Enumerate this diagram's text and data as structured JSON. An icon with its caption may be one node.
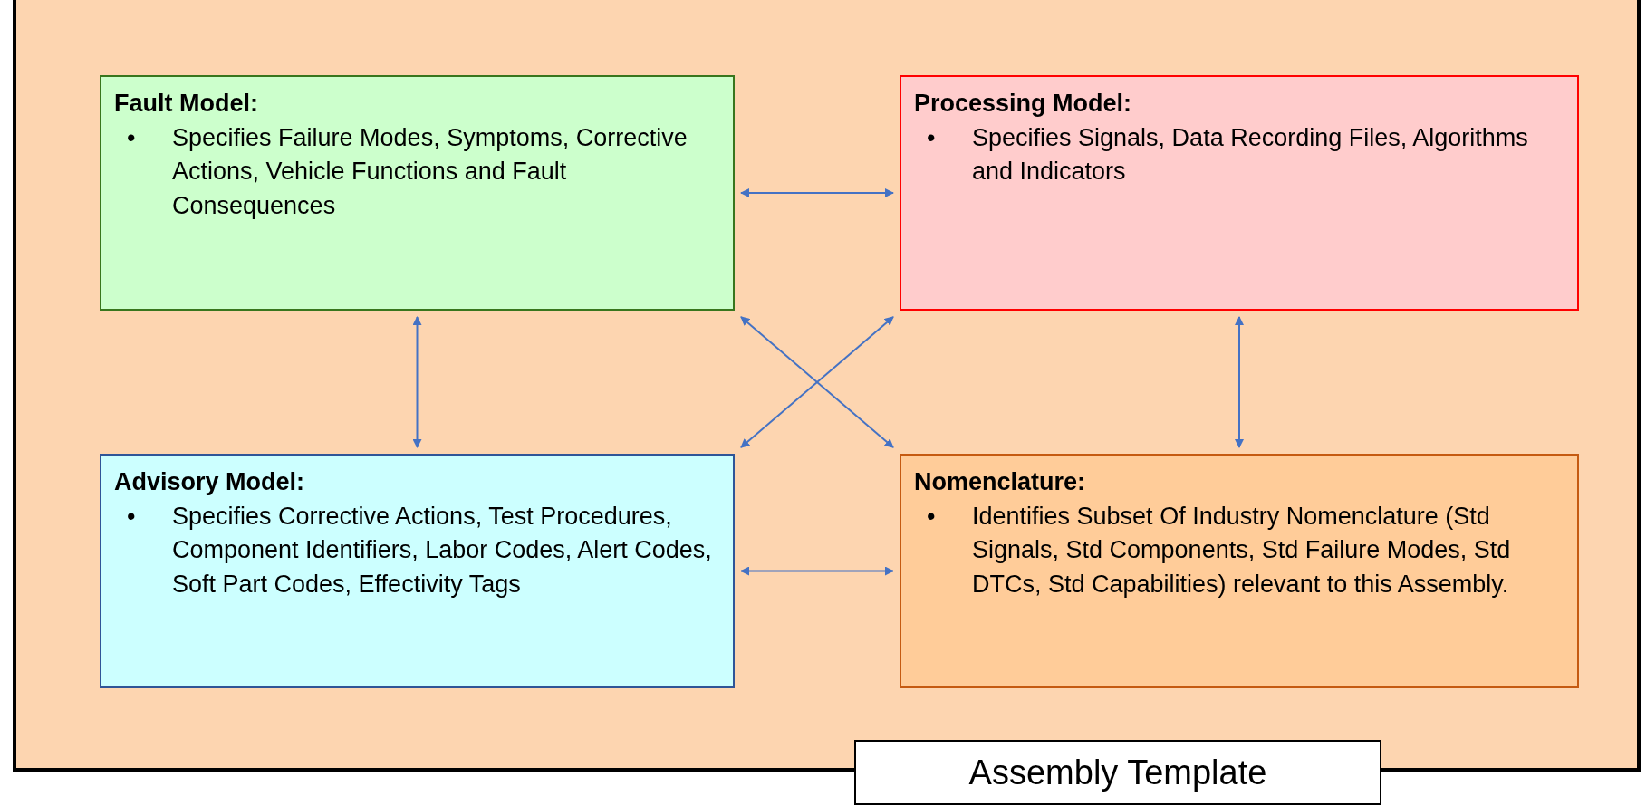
{
  "diagram": {
    "nodes": [
      {
        "text": [
          "Assembly Template"
        ]
      },
      {
        "text": [
          "Fault Model:",
          "•",
          "Specifies Failure Modes, Symptoms, Corrective Actions, Vehicle Functions and Fault Consequences"
        ],
        "in": 0
      },
      {
        "text": [
          "Processing Model:",
          "•",
          "Specifies Signals, Data Recording Files, Algorithms and Indicators"
        ],
        "in": 0
      },
      {
        "text": [
          "Advisory Model:",
          "•",
          "Specifies Corrective Actions, Test Procedures, Component Identifiers, Labor Codes, Alert Codes, Soft Part Codes, Effectivity Tags"
        ],
        "in": 0
      },
      {
        "text": [
          "Nomenclature:",
          "•",
          "Identifies Subset Of Industry Nomenclature (Std Signals, Std Components, Std Failure Modes, Std DTCs, Std Capabilities) relevant to this Assembly."
        ],
        "in": 0
      }
    ],
    "edges": [
      {
        "from": 1,
        "to": 2,
        "arrow": "both"
      },
      {
        "from": 1,
        "to": 3,
        "arrow": "both"
      },
      {
        "from": 1,
        "to": 4,
        "arrow": "both"
      },
      {
        "from": 2,
        "to": 3,
        "arrow": "both"
      },
      {
        "from": 2,
        "to": 4,
        "arrow": "both"
      },
      {
        "from": 3,
        "to": 4,
        "arrow": "both"
      }
    ]
  }
}
